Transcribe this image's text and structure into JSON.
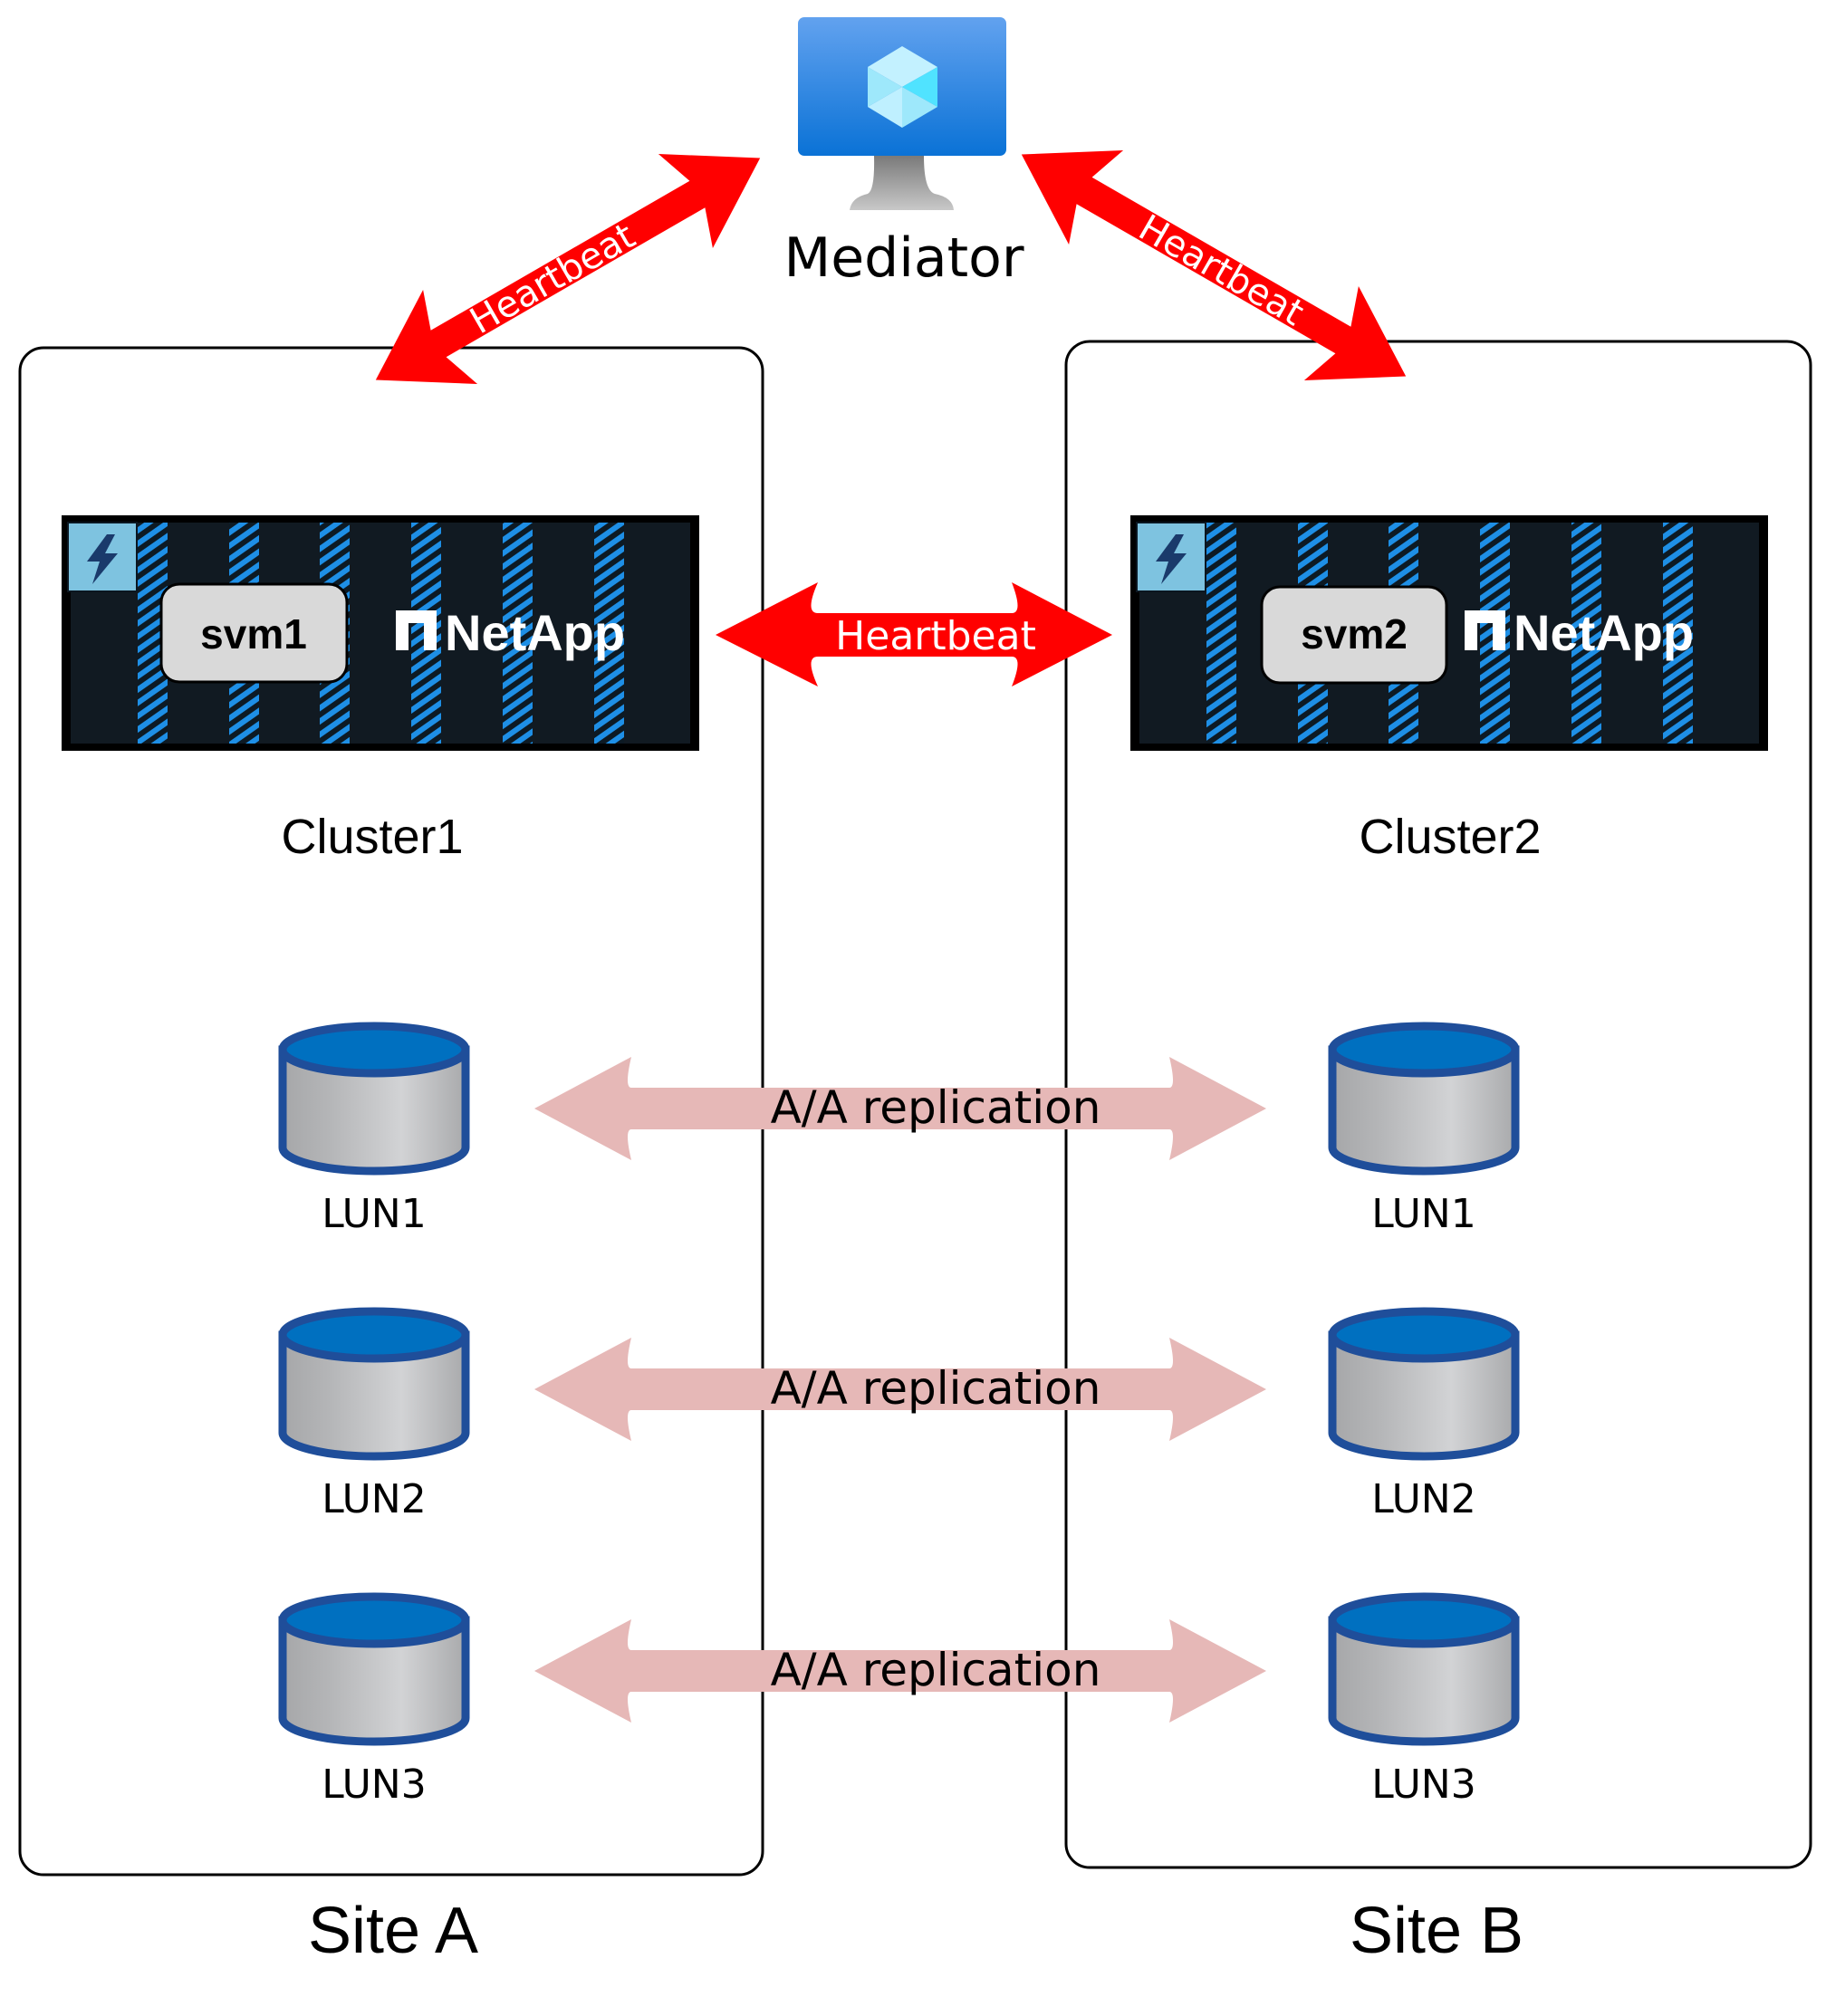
{
  "diagram": {
    "mediator": {
      "label": "Mediator",
      "icon": "virtual-machine-monitor-icon"
    },
    "heartbeats": [
      {
        "id": "mediator-to-cluster1",
        "label": "Heartbeat"
      },
      {
        "id": "mediator-to-cluster2",
        "label": "Heartbeat"
      },
      {
        "id": "cluster1-to-cluster2",
        "label": "Heartbeat"
      }
    ],
    "sites": [
      {
        "label": "Site A",
        "cluster": {
          "label": "Cluster1",
          "svm": "svm1",
          "brand": "NetApp",
          "icon": "lightning-icon"
        },
        "luns": [
          "LUN1",
          "LUN2",
          "LUN3"
        ]
      },
      {
        "label": "Site B",
        "cluster": {
          "label": "Cluster2",
          "svm": "svm2",
          "brand": "NetApp",
          "icon": "lightning-icon"
        },
        "luns": [
          "LUN1",
          "LUN2",
          "LUN3"
        ]
      }
    ],
    "replications": [
      {
        "label": "A/A replication",
        "from": "LUN1",
        "to": "LUN1"
      },
      {
        "label": "A/A replication",
        "from": "LUN2",
        "to": "LUN2"
      },
      {
        "label": "A/A replication",
        "from": "LUN3",
        "to": "LUN3"
      }
    ],
    "colors": {
      "heartbeat_arrow": "#ff0000",
      "replication_arrow": "#e6b8b7",
      "cluster_panel": "#101820",
      "stripe": "#1e90e6",
      "svm_box": "#d9d9d9",
      "lun_top": "#0070c0",
      "lun_border": "#1f4e9a",
      "monitor_top": "#5fa0ee",
      "monitor_bottom": "#0a72d6"
    }
  }
}
